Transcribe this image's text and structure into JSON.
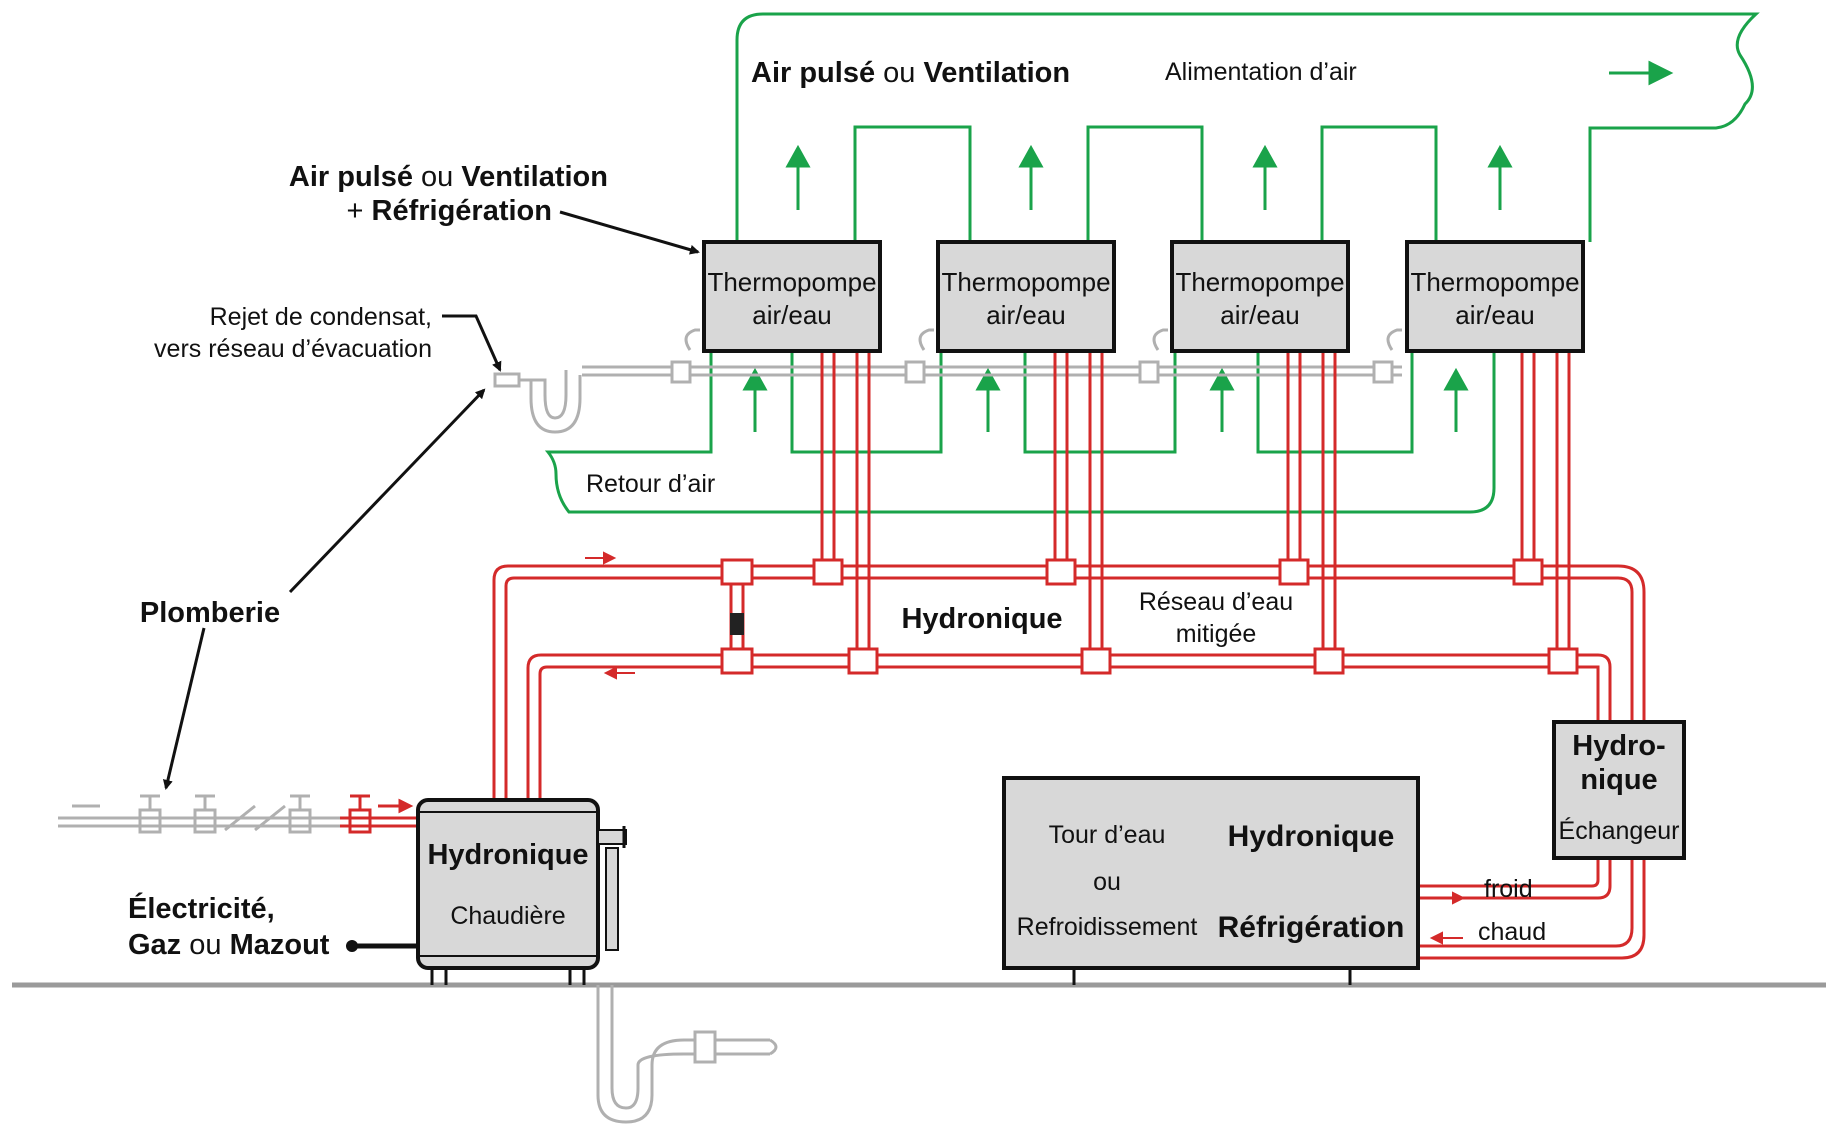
{
  "colors": {
    "air": "#1aa34a",
    "water": "#d42a2a",
    "plumbing": "#b5b5b5",
    "box_fill": "#d8d8d8",
    "text": "#111111"
  },
  "labels": {
    "air_supply_bold_1": "Air pulsé",
    "air_supply_or": " ou ",
    "air_supply_bold_2": "Ventilation",
    "air_feed": "Alimentation d’air",
    "ref_line1_bold_1": "Air pulsé",
    "ref_line1_or": " ou ",
    "ref_line1_bold_2": "Ventilation",
    "ref_line2_plus": "+ ",
    "ref_line2_bold": "Réfrigération",
    "condensate_line1": "Rejet de condensat,",
    "condensate_line2": "vers réseau d’évacuation",
    "return_air": "Retour d’air",
    "plumbing": "Plomberie",
    "hydronic_main": "Hydronique",
    "mixed_network_line1": "Réseau d’eau",
    "mixed_network_line2": "mitigée",
    "energy_line1_bold": "Électricité,",
    "energy_line2_bold_1": "Gaz",
    "energy_line2_or": " ou ",
    "energy_line2_bold_2": "Mazout",
    "cold": "froid",
    "hot": "chaud"
  },
  "heat_pumps": [
    {
      "line1": "Thermopompe",
      "line2": "air/eau"
    },
    {
      "line1": "Thermopompe",
      "line2": "air/eau"
    },
    {
      "line1": "Thermopompe",
      "line2": "air/eau"
    },
    {
      "line1": "Thermopompe",
      "line2": "air/eau"
    }
  ],
  "boiler": {
    "title": "Hydronique",
    "subtitle": "Chaudière"
  },
  "exchanger": {
    "title_line1": "Hydro-",
    "title_line2": "nique",
    "subtitle": "Échangeur"
  },
  "tower": {
    "left_line1": "Tour d’eau",
    "left_line2": "ou",
    "left_line3": "Refroidissement",
    "right_line1": "Hydronique",
    "right_line2": "Réfrigération"
  }
}
